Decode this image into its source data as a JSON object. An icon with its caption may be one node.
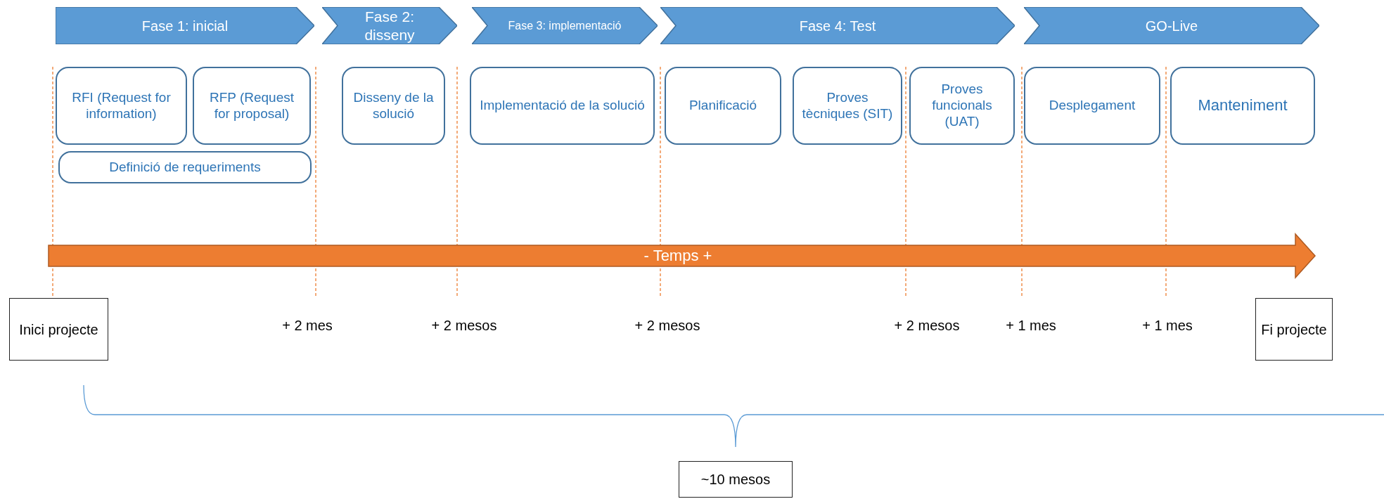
{
  "diagram": {
    "nodes": [
      {
        "text": [
          "Fase 1: inicial"
        ]
      },
      {
        "text": [
          "Fase 2: disseny"
        ]
      },
      {
        "text": [
          "Fase 3: implementació"
        ]
      },
      {
        "text": [
          "Fase 4: Test"
        ]
      },
      {
        "text": [
          "GO-Live"
        ]
      },
      {
        "text": [
          "RFI (Request for information)"
        ]
      },
      {
        "text": [
          "RFP (Request for proposal)"
        ]
      },
      {
        "text": [
          "Definició de requeriments"
        ]
      },
      {
        "text": [
          "Disseny de la solució"
        ]
      },
      {
        "text": [
          "Implementació de la solució"
        ]
      },
      {
        "text": [
          "Planificació"
        ]
      },
      {
        "text": [
          "Proves tècniques (SIT)"
        ]
      },
      {
        "text": [
          "Proves funcionals (UAT)"
        ]
      },
      {
        "text": [
          "Desplegament"
        ]
      },
      {
        "text": [
          "Manteniment"
        ]
      },
      {
        "text": [
          "Inici projecte"
        ]
      },
      {
        "text": [
          "Fi projecte"
        ]
      },
      {
        "text": [
          "~10 mesos"
        ]
      }
    ],
    "labels": [
      "- Temps +",
      "+ 2 mes",
      "+ 2 mesos",
      "+ 2 mesos",
      "+ 2 mesos",
      "+ 1 mes",
      "+ 1 mes"
    ]
  }
}
